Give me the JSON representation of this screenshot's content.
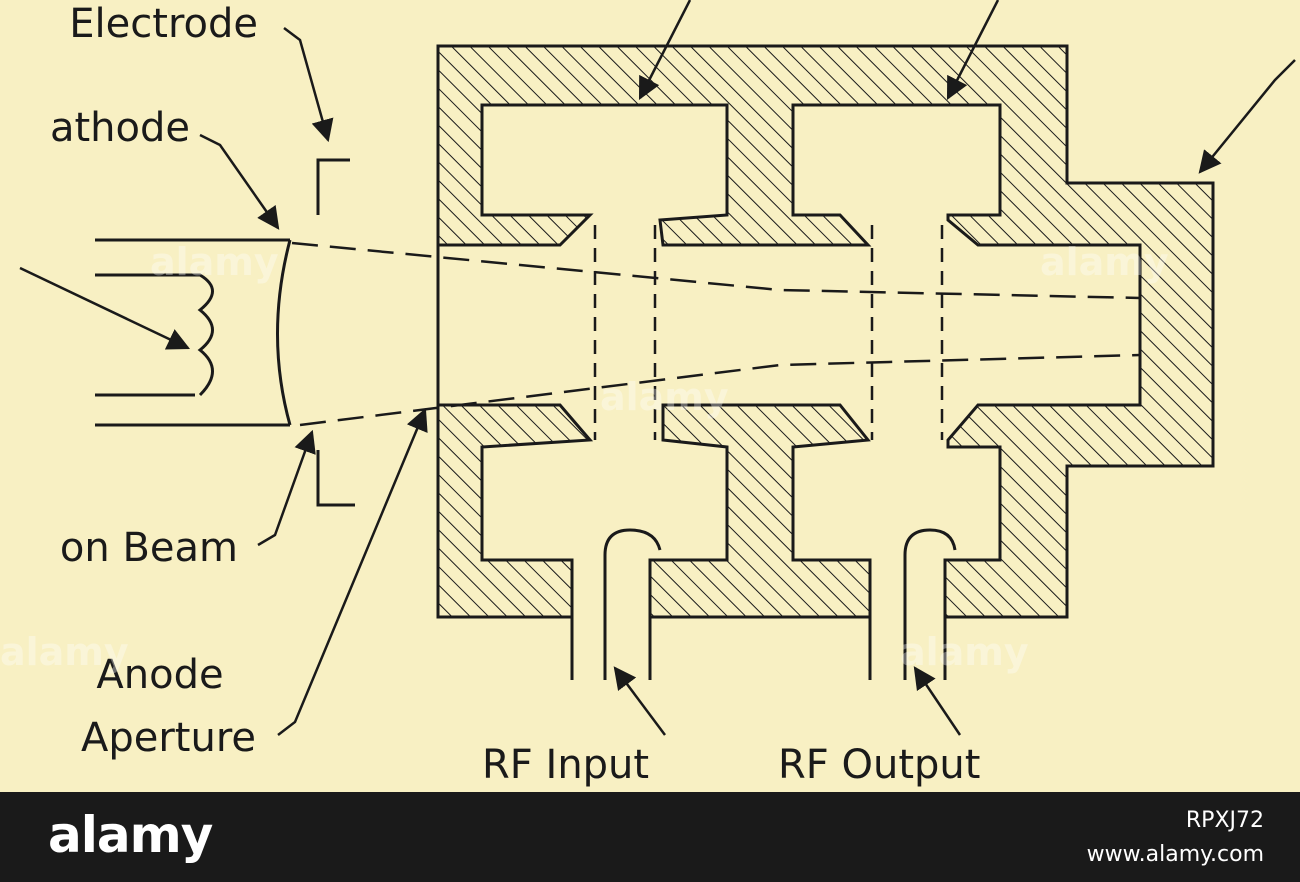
{
  "labels": {
    "electrode": "Electrode",
    "cathode": "athode",
    "electron_beam": "on Beam",
    "anode_line1": "Anode",
    "anode_line2": "Aperture",
    "rf_input": "RF Input",
    "rf_output": "RF Output"
  },
  "watermarks": [
    "alamy",
    "alamy",
    "alamy",
    "alamy",
    "alamy"
  ],
  "footer": {
    "brand": "alamy",
    "image_code": "RPXJ72",
    "url": "www.alamy.com"
  },
  "colors": {
    "background": "#f8f0c3",
    "ink": "#1a1a1a",
    "footer_bg": "#1a1a1a",
    "footer_text": "#ffffff"
  }
}
